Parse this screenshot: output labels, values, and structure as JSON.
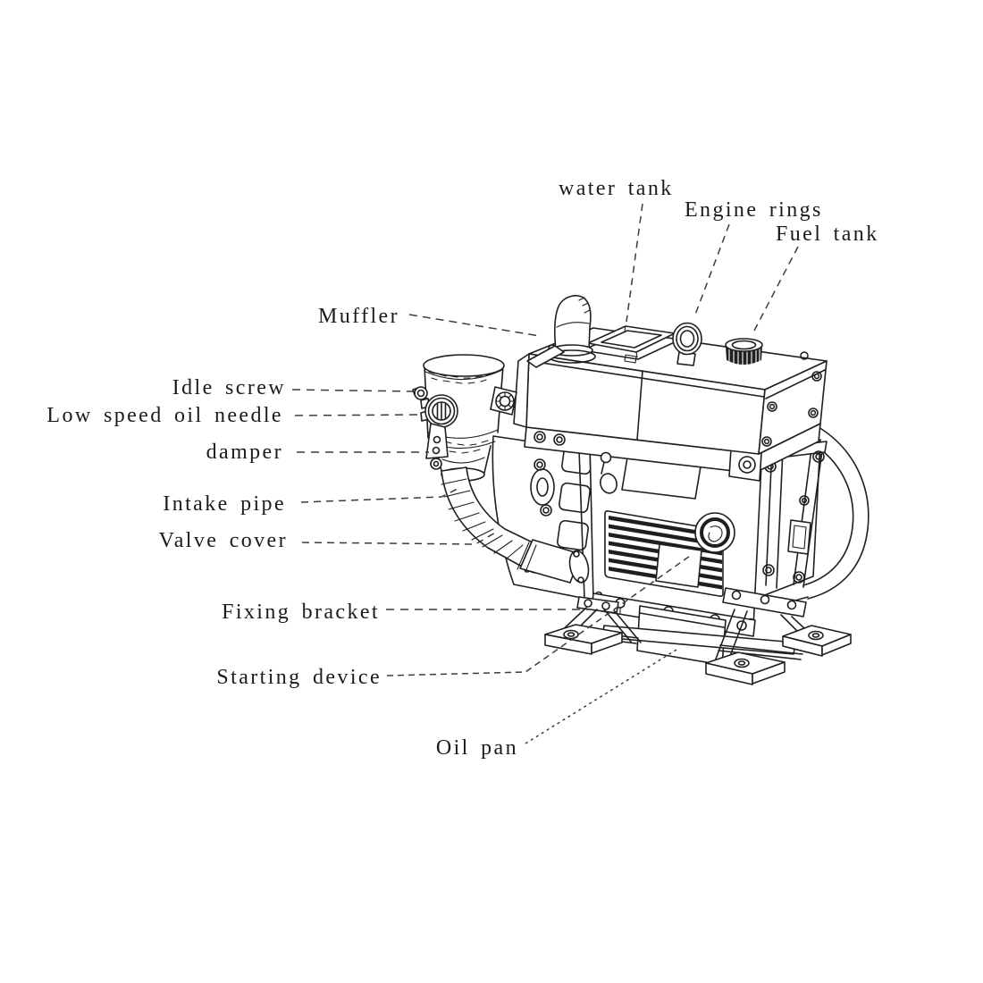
{
  "diagram": {
    "subject": "Single-cylinder water-cooled diesel engine parts diagram",
    "style": "black line-art illustration on white with dashed callout leader lines",
    "line_color": "#1f1f1f",
    "background": "#ffffff",
    "leader_style": "dashed"
  },
  "labels": [
    {
      "id": "water-tank",
      "text": "water tank"
    },
    {
      "id": "engine-rings",
      "text": "Engine rings"
    },
    {
      "id": "fuel-tank",
      "text": "Fuel tank"
    },
    {
      "id": "muffler",
      "text": "Muffler"
    },
    {
      "id": "idle-screw",
      "text": "Idle screw"
    },
    {
      "id": "low-speed-oil-needle",
      "text": "Low speed oil needle"
    },
    {
      "id": "damper",
      "text": "damper"
    },
    {
      "id": "intake-pipe",
      "text": "Intake pipe"
    },
    {
      "id": "valve-cover",
      "text": "Valve cover"
    },
    {
      "id": "fixing-bracket",
      "text": "Fixing bracket"
    },
    {
      "id": "starting-device",
      "text": "Starting device"
    },
    {
      "id": "oil-pan",
      "text": "Oil pan"
    }
  ]
}
